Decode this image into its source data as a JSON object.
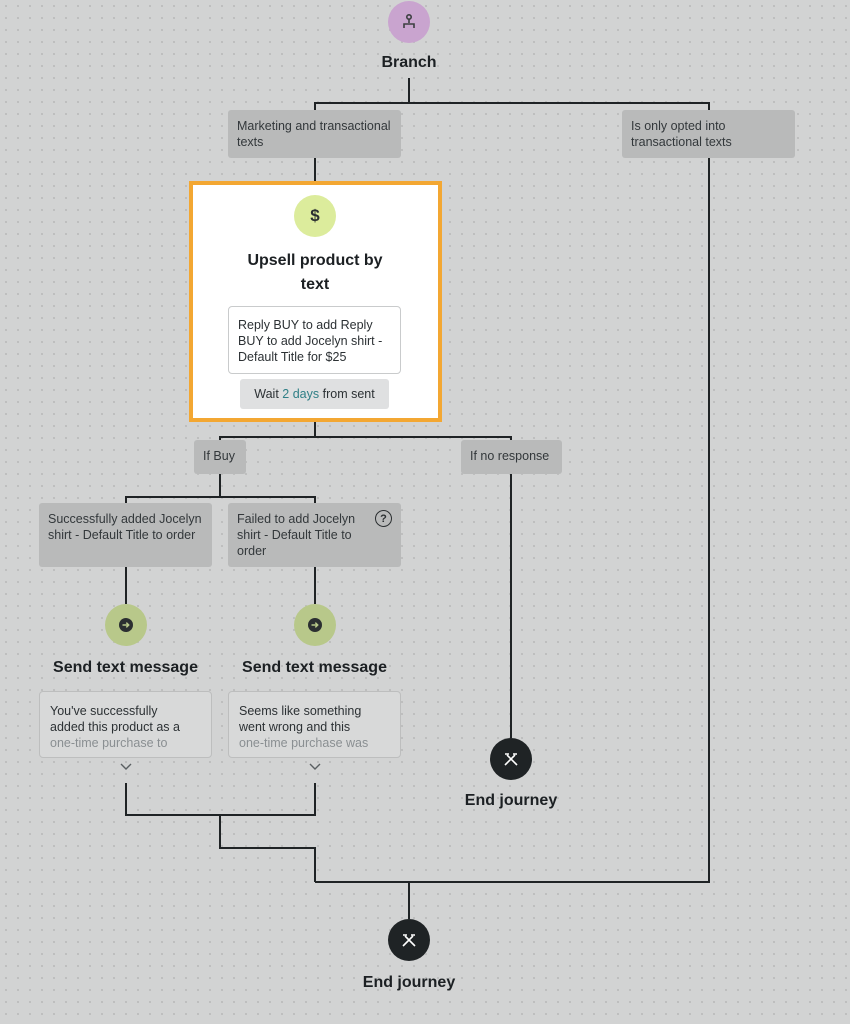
{
  "branch": {
    "title": "Branch",
    "icon": "branch-icon",
    "icon_color": "#c9a4cf"
  },
  "paths": {
    "left_label": "Marketing and transactional texts",
    "right_label": "Is only opted into transactional texts"
  },
  "upsell": {
    "title_line1": "Upsell product by",
    "title_line2": "text",
    "icon": "dollar-icon",
    "icon_color": "#dcec9c",
    "highlight_color": "#f3a732",
    "message": "Reply BUY to add Reply BUY to add Jocelyn shirt - Default Title for $25",
    "wait_prefix": "Wait",
    "wait_value": "2 days",
    "wait_suffix": "from sent"
  },
  "responses": {
    "buy": "If Buy",
    "no_response": "If no response"
  },
  "outcomes": {
    "success_label": "Successfully added Jocelyn shirt - Default Title to order",
    "failed_label": "Failed to add Jocelyn shirt - Default Title to order",
    "help_icon": "help-icon"
  },
  "send_success": {
    "title": "Send text message",
    "icon": "message-arrow-icon",
    "icon_color": "#b8c88a",
    "preview_line1": "You've successfully",
    "preview_line2": "added this product as a",
    "preview_line3": "one-time purchase to"
  },
  "send_failed": {
    "title": "Send text message",
    "icon": "message-arrow-icon",
    "icon_color": "#b8c88a",
    "preview_line1": "Seems like something",
    "preview_line2": "went wrong and this",
    "preview_line3": "one-time purchase was"
  },
  "end_no_response": {
    "title": "End journey",
    "icon": "end-journey-icon"
  },
  "end_final": {
    "title": "End journey",
    "icon": "end-journey-icon"
  },
  "colors": {
    "accent_teal": "#2f7f86",
    "wire": "#1f2325"
  }
}
